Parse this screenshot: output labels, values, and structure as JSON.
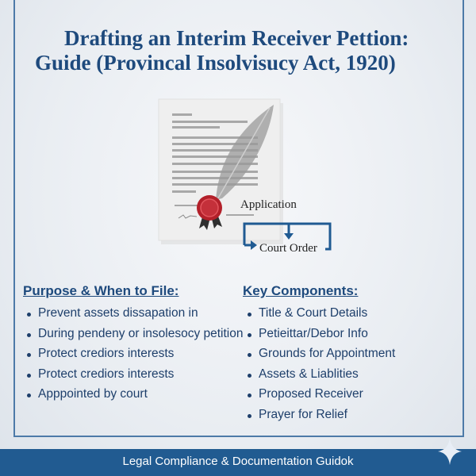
{
  "title": {
    "line1": "Drafting an Interim Receiver Pettion:",
    "line2": "Guide (Provincal Insolvisucy Act, 1920)"
  },
  "illustration": {
    "application_label": "Application",
    "court_order_label": "Court Order",
    "seal_color": "#b3202a",
    "flow_color": "#1f5a92"
  },
  "purpose": {
    "heading": "Purpose & When to File:",
    "items": [
      "Prevent assets dissapation in",
      "During pendeny or insolesocy petition",
      "Protect crediors interests",
      "Protect crediors interests",
      "Apppointed by court"
    ]
  },
  "components": {
    "heading": "Key Components:",
    "items": [
      "Title & Court Details",
      "Petieittar/Debor Info",
      "Grounds for Appointment",
      "Assets & Liablities",
      "Proposed Receiver",
      "Prayer for Relief"
    ]
  },
  "footer": {
    "text": "Legal Compliance & Documentation Guidok"
  },
  "colors": {
    "primary": "#1e4a7d",
    "footer_bg": "#215b91"
  }
}
